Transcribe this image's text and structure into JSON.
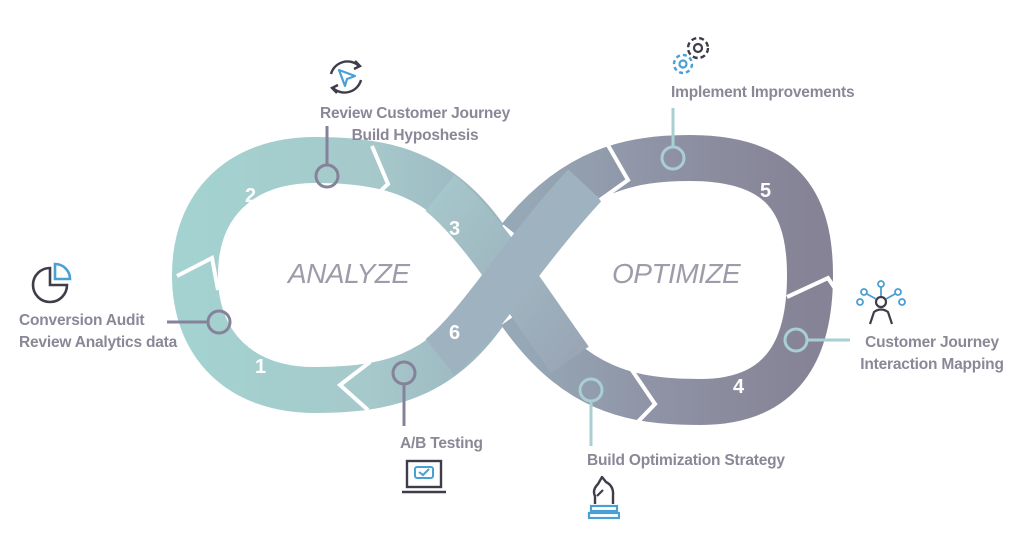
{
  "loop": {
    "left_label": "ANALYZE",
    "right_label": "OPTIMIZE",
    "colors": {
      "analyze": "#9fcfcd",
      "mid": "#9fb3bd",
      "optimize": "#8a8898",
      "stroke": "#85829a",
      "accent": "#4a9fd5"
    }
  },
  "steps": [
    {
      "number": "1",
      "lines": [
        "Conversion Audit",
        "Review Analytics data"
      ],
      "icon": "pie-chart-icon"
    },
    {
      "number": "2",
      "lines": [
        "Review Customer Journey",
        "Build Hyposhesis"
      ],
      "icon": "cursor-refresh-icon"
    },
    {
      "number": "3"
    },
    {
      "number": "4",
      "lines": [
        "Build Optimization Strategy"
      ],
      "icon": "chess-knight-icon"
    },
    {
      "number": "5",
      "lines": [
        "Implement Improvements"
      ],
      "icon": "gears-icon"
    },
    {
      "number": "6",
      "lines": [
        "A/B Testing"
      ],
      "icon": "laptop-check-icon"
    }
  ],
  "extra": {
    "lines": [
      "Customer Journey",
      "Interaction Mapping"
    ],
    "icon": "person-network-icon"
  }
}
